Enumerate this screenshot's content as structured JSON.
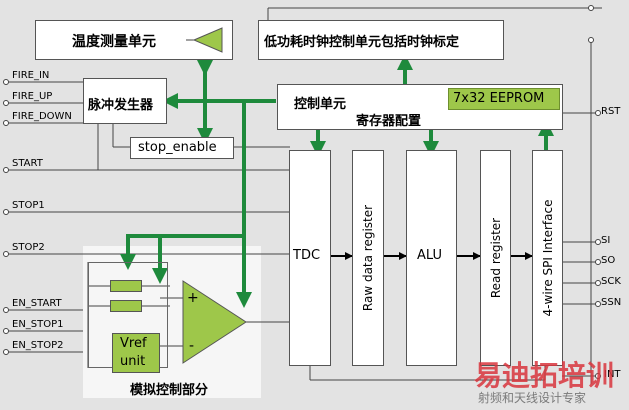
{
  "colors": {
    "background": "#e3e3e3",
    "block_fill": "#ffffff",
    "green_arrow": "#1e8a3c",
    "green_fill": "#9ec74a",
    "analog_area": "#f4f4f4",
    "line": "#555555",
    "watermark_red": "#d9363e"
  },
  "blocks": {
    "temp_measure": "温度测量单元",
    "low_power_clock": "低功耗时钟控制单元包括时钟标定",
    "pulse_generator": "脉冲发生器",
    "control_unit": "控制单元",
    "register_config": "寄存器配置",
    "eeprom": "7x32 EEPROM",
    "stop_enable": "stop_enable",
    "tdc": "TDC",
    "raw_data_register": "Raw data register",
    "alu": "ALU",
    "read_register": "Read register",
    "spi_interface": "4-wire SPI Interface",
    "vref_line1": "Vref",
    "vref_line2": "unit",
    "analog_section": "模拟控制部分",
    "opamp_plus": "+",
    "opamp_minus": "-"
  },
  "left_pins": [
    "FIRE_IN",
    "FIRE_UP",
    "FIRE_DOWN",
    "START",
    "STOP1",
    "STOP2",
    "EN_START",
    "EN_STOP1",
    "EN_STOP2"
  ],
  "right_pins": [
    "RST",
    "SI",
    "SO",
    "SCK",
    "SSN",
    "INT"
  ],
  "watermark": {
    "main": "易迪拓培训",
    "sub": "射频和天线设计专家"
  }
}
